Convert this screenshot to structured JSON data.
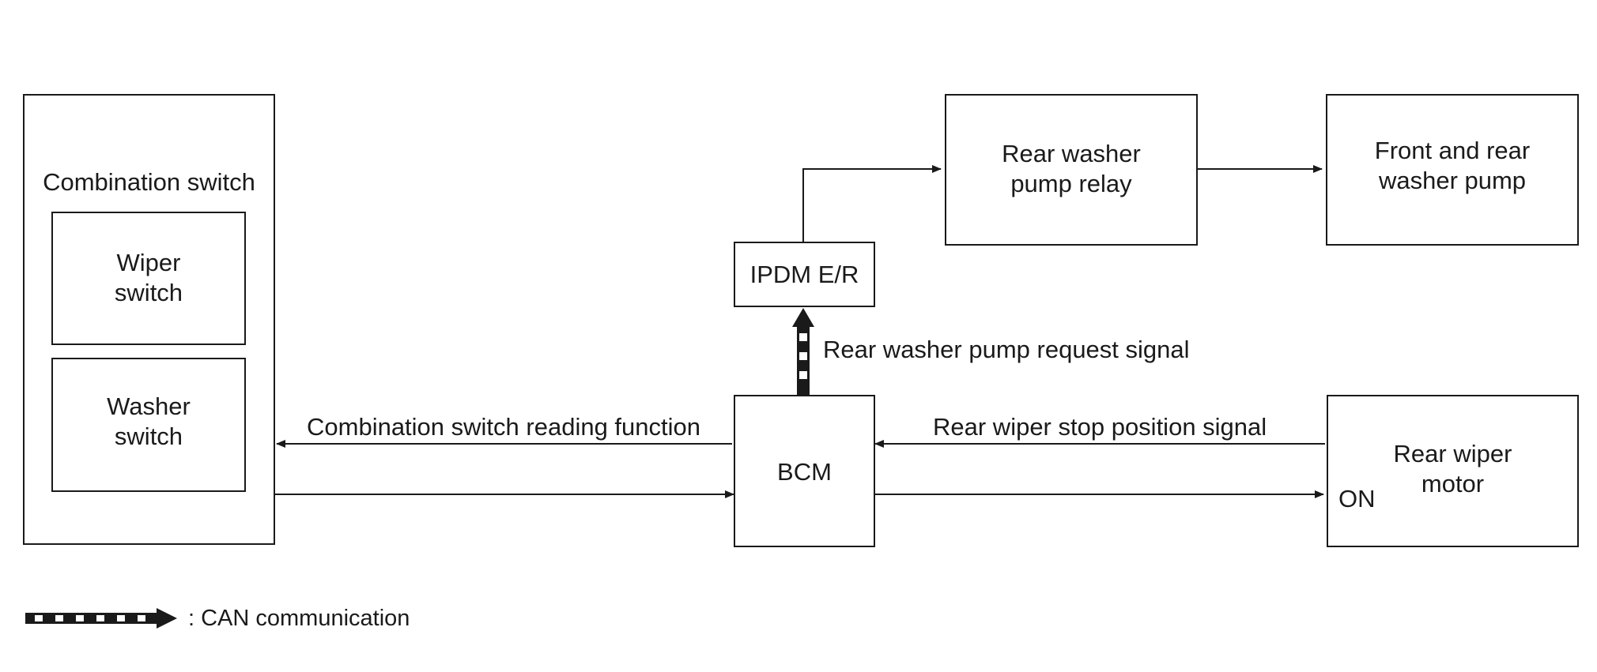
{
  "blocks": {
    "combination_switch": "Combination switch",
    "wiper_switch": "Wiper\nswitch",
    "washer_switch": "Washer\nswitch",
    "bcm": "BCM",
    "ipdm": "IPDM E/R",
    "rear_washer_relay": "Rear washer\npump relay",
    "washer_pump": "Front and rear\nwasher pump",
    "rear_wiper_motor": "Rear wiper\nmotor",
    "on_terminal": "ON"
  },
  "signals": {
    "reading_function": "Combination switch reading function",
    "pump_request": "Rear washer pump request signal",
    "stop_position": "Rear wiper stop position signal"
  },
  "legend": {
    "can": ": CAN communication"
  }
}
